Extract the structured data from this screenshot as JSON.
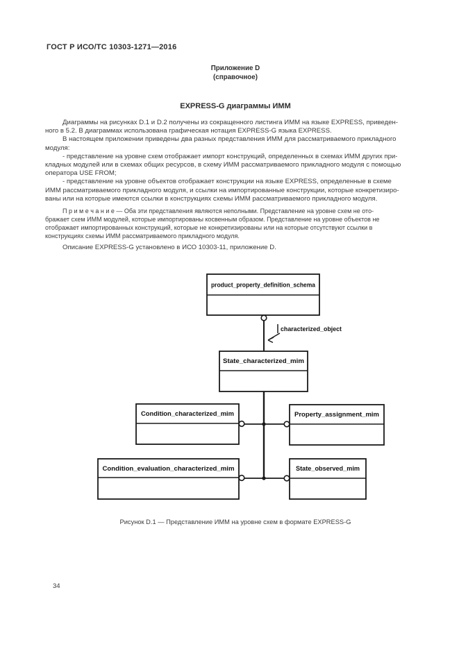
{
  "page": {
    "header": "ГОСТ Р ИСО/ТС 10303-1271—2016",
    "page_number": "34"
  },
  "appendix": {
    "label": "Приложение D",
    "type": "(справочное)",
    "title": "EXPRESS-G диаграммы ИММ"
  },
  "body": {
    "p1": "Диаграммы на рисунках D.1 и D.2 получены из сокращенного листинга ИММ на языке EXPRESS, приведен-\nного в 5.2. В диаграммах использована графическая нотация EXPRESS-G языка EXPRESS.",
    "p2": "В настоящем приложении приведены два разных представления ИММ для рассматриваемого прикладного\nмодуля:",
    "p3": "- представление на уровне схем отображает импорт конструкций, определенных в схемах ИММ других при-\nкладных модулей или в схемах общих ресурсов, в схему ИММ рассматриваемого прикладного модуля с помощью\nоператора USE FROM;",
    "p4": "- представление на уровне объектов отображает конструкции на языке EXPRESS, определенные в схеме\nИММ рассматриваемого прикладного модуля, и ссылки на импортированные конструкции, которые конкретизиро-\nваны или на которые имеются ссылки в конструкциях схемы ИММ рассматриваемого прикладного модуля.",
    "note": "П р и м е ч а н и е — Оба эти представления являются неполными. Представление на уровне схем не ото-\nбражает схем ИММ модулей, которые импортированы косвенным образом. Представление на уровне объектов не\nотображает импортированных конструкций, которые не конкретизированы или на которые отсутствуют ссылки в\nконструкциях схемы ИММ рассматриваемого прикладного модуля.",
    "p6": "Описание EXPRESS-G установлено в ИСО 10303-11, приложение D."
  },
  "figure": {
    "caption": "Рисунок D.1 — Представление ИММ на уровне схем в формате EXPRESS-G",
    "nodes": {
      "schema_box": "product_property_definition_schema",
      "state_characterized": "State_characterized_mim",
      "condition_characterized": "Condition_characterized_mim",
      "property_assignment": "Property_assignment_mim",
      "condition_evaluation": "Condition_evaluation_characterized_mim",
      "state_observed": "State_observed_mim",
      "edge_label": "characterized_object"
    }
  }
}
